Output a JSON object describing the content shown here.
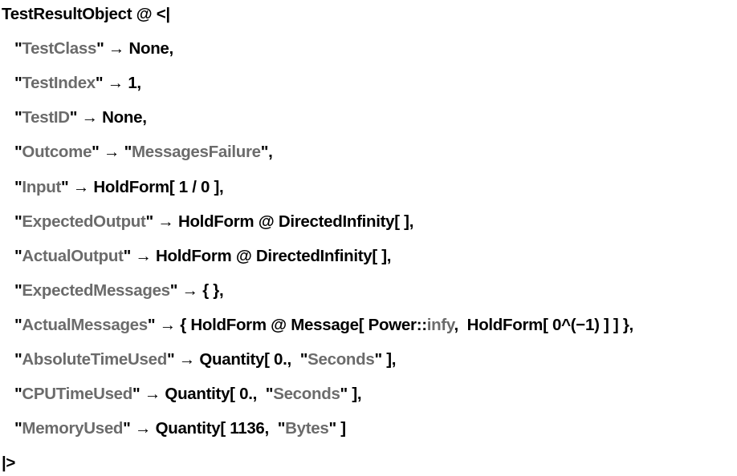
{
  "expression": {
    "header": [
      {
        "t": "TestResultObject @ <|",
        "c": "b"
      }
    ],
    "rules": [
      [
        {
          "t": "\"",
          "c": "b"
        },
        {
          "t": "TestClass",
          "c": "g"
        },
        {
          "t": "\" → None,",
          "c": "b"
        }
      ],
      [
        {
          "t": "\"",
          "c": "b"
        },
        {
          "t": "TestIndex",
          "c": "g"
        },
        {
          "t": "\" → 1,",
          "c": "b"
        }
      ],
      [
        {
          "t": "\"",
          "c": "b"
        },
        {
          "t": "TestID",
          "c": "g"
        },
        {
          "t": "\" → None,",
          "c": "b"
        }
      ],
      [
        {
          "t": "\"",
          "c": "b"
        },
        {
          "t": "Outcome",
          "c": "g"
        },
        {
          "t": "\" → \"",
          "c": "b"
        },
        {
          "t": "MessagesFailure",
          "c": "g"
        },
        {
          "t": "\",",
          "c": "b"
        }
      ],
      [
        {
          "t": "\"",
          "c": "b"
        },
        {
          "t": "Input",
          "c": "g"
        },
        {
          "t": "\" → HoldForm[ 1 / 0 ],",
          "c": "b"
        }
      ],
      [
        {
          "t": "\"",
          "c": "b"
        },
        {
          "t": "ExpectedOutput",
          "c": "g"
        },
        {
          "t": "\" → HoldForm @ DirectedInfinity[ ],",
          "c": "b"
        }
      ],
      [
        {
          "t": "\"",
          "c": "b"
        },
        {
          "t": "ActualOutput",
          "c": "g"
        },
        {
          "t": "\" → HoldForm @ DirectedInfinity[ ],",
          "c": "b"
        }
      ],
      [
        {
          "t": "\"",
          "c": "b"
        },
        {
          "t": "ExpectedMessages",
          "c": "g"
        },
        {
          "t": "\" → { },",
          "c": "b"
        }
      ],
      [
        {
          "t": "\"",
          "c": "b"
        },
        {
          "t": "ActualMessages",
          "c": "g"
        },
        {
          "t": "\" → { HoldForm @ Message[ Power::",
          "c": "b"
        },
        {
          "t": "infy",
          "c": "g"
        },
        {
          "t": ",  HoldForm[ 0^(−1) ] ] },",
          "c": "b"
        }
      ],
      [
        {
          "t": "\"",
          "c": "b"
        },
        {
          "t": "AbsoluteTimeUsed",
          "c": "g"
        },
        {
          "t": "\" → Quantity[ 0.,  \"",
          "c": "b"
        },
        {
          "t": "Seconds",
          "c": "g"
        },
        {
          "t": "\" ],",
          "c": "b"
        }
      ],
      [
        {
          "t": "\"",
          "c": "b"
        },
        {
          "t": "CPUTimeUsed",
          "c": "g"
        },
        {
          "t": "\" → Quantity[ 0.,  \"",
          "c": "b"
        },
        {
          "t": "Seconds",
          "c": "g"
        },
        {
          "t": "\" ],",
          "c": "b"
        }
      ],
      [
        {
          "t": "\"",
          "c": "b"
        },
        {
          "t": "MemoryUsed",
          "c": "g"
        },
        {
          "t": "\" → Quantity[ 1136,  \"",
          "c": "b"
        },
        {
          "t": "Bytes",
          "c": "g"
        },
        {
          "t": "\" ]",
          "c": "b"
        }
      ]
    ],
    "footer": [
      {
        "t": "|>",
        "c": "b"
      }
    ]
  },
  "colors": {
    "text": "#000000",
    "string": "#6b6b6b"
  }
}
